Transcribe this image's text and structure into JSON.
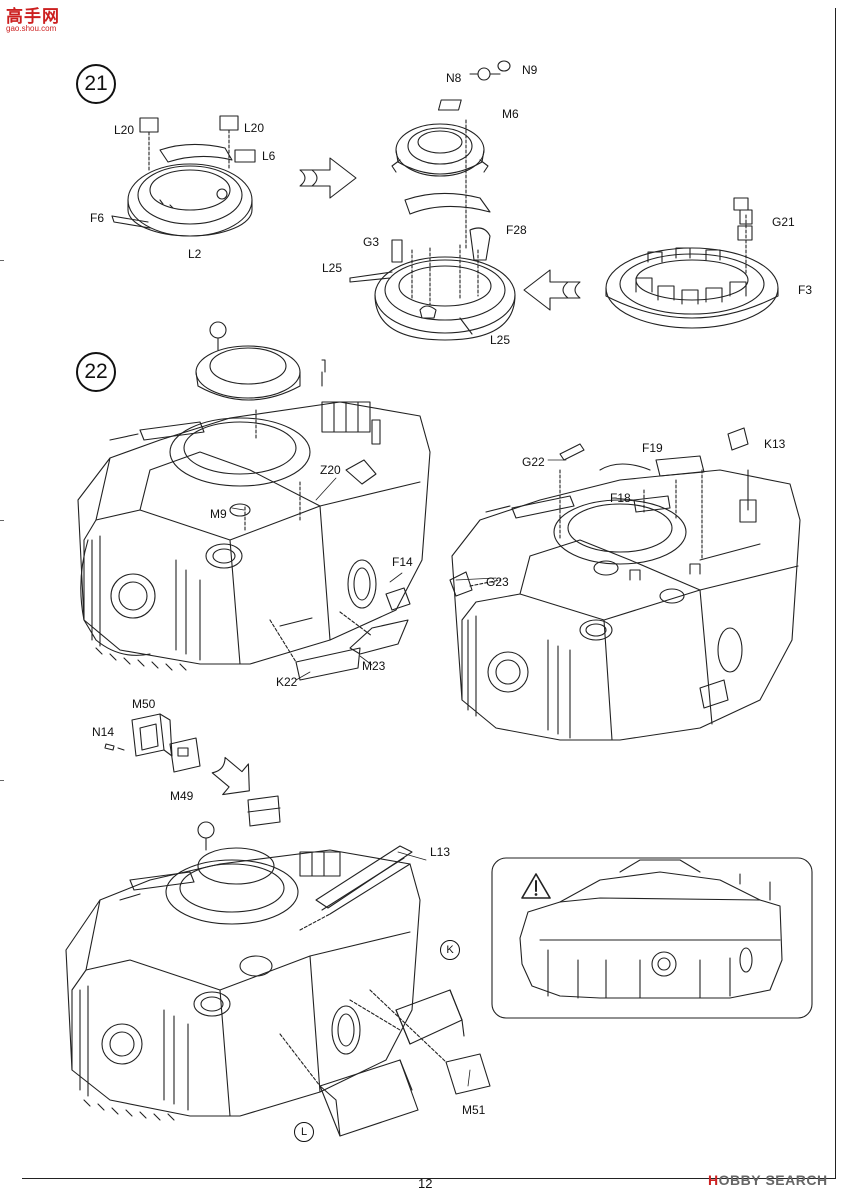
{
  "watermark_top": {
    "line1": "高手网",
    "line2": "gao.shou.com"
  },
  "steps": {
    "s21": "21",
    "s22": "22"
  },
  "step21": {
    "l20a": "L20",
    "l20b": "L20",
    "l6": "L6",
    "f6": "F6",
    "l2": "L2",
    "n8": "N8",
    "n9": "N9",
    "m6": "M6",
    "f28": "F28",
    "g3": "G3",
    "l25a": "L25",
    "l25b": "L25",
    "g21": "G21",
    "f3": "F3"
  },
  "step22": {
    "z20": "Z20",
    "m9": "M9",
    "f14": "F14",
    "m23": "M23",
    "k22": "K22",
    "g22": "G22",
    "f19": "F19",
    "k13": "K13",
    "f18": "F18",
    "g23": "G23"
  },
  "step23": {
    "m50": "M50",
    "n14": "N14",
    "m49": "M49",
    "l13": "L13",
    "m51": "M51",
    "k": "K",
    "l": "L"
  },
  "warning_icon": "warning-triangle-icon",
  "page_number": "12",
  "watermark_bottom": {
    "part1": "H",
    "part2": "OBBY",
    "part3": "SEARCH",
    "full": "HOBBY SEARCH"
  }
}
